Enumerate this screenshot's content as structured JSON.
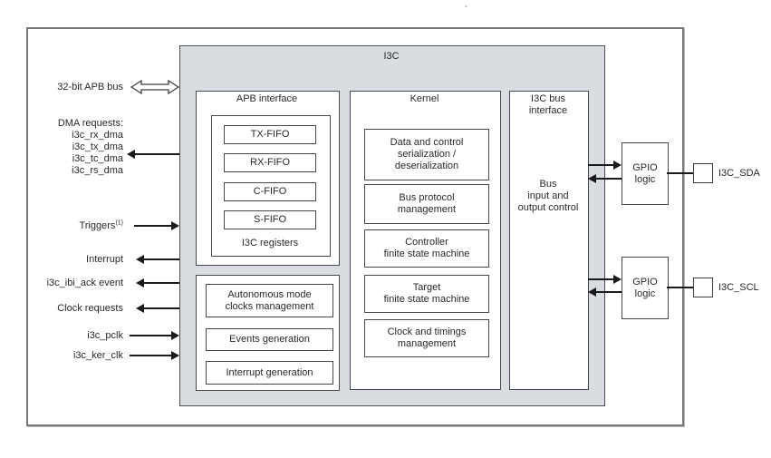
{
  "figure": {
    "block_title": "I3C"
  },
  "apb": {
    "title": "APB interface",
    "fifos": [
      "TX-FIFO",
      "RX-FIFO",
      "C-FIFO",
      "S-FIFO"
    ],
    "registers_label": "I3C registers"
  },
  "clocks": {
    "items": [
      "Autonomous mode\nclocks management",
      "Events generation",
      "Interrupt generation"
    ]
  },
  "kernel": {
    "title": "Kernel",
    "items": [
      "Data and control\nserialization /\ndeserialization",
      "Bus protocol\nmanagement",
      "Controller\nfinite state machine",
      "Target\nfinite state machine",
      "Clock and timings\nmanagement"
    ]
  },
  "busif": {
    "title": "I3C bus\ninterface",
    "body": "Bus\ninput and\noutput control"
  },
  "signals": {
    "apb_bus": "32-bit APB bus",
    "dma_header": "DMA requests:",
    "dma": [
      "i3c_rx_dma",
      "i3c_tx_dma",
      "i3c_tc_dma",
      "i3c_rs_dma"
    ],
    "triggers": "Triggers",
    "triggers_sup": "(1)",
    "interrupt": "Interrupt",
    "ibi_ack": "i3c_ibi_ack event",
    "clock_requests": "Clock requests",
    "pclk": "i3c_pclk",
    "ker_clk": "i3c_ker_clk"
  },
  "gpio": {
    "label": "GPIO\nlogic"
  },
  "pads": {
    "sda": "I3C_SDA",
    "scl": "I3C_SCL"
  },
  "colors": {
    "block_fill": "#d9dce1",
    "box_border": "#44484c",
    "outer_border": "#74787c",
    "arrow": "#1a1a1a",
    "text": "#25292c"
  }
}
